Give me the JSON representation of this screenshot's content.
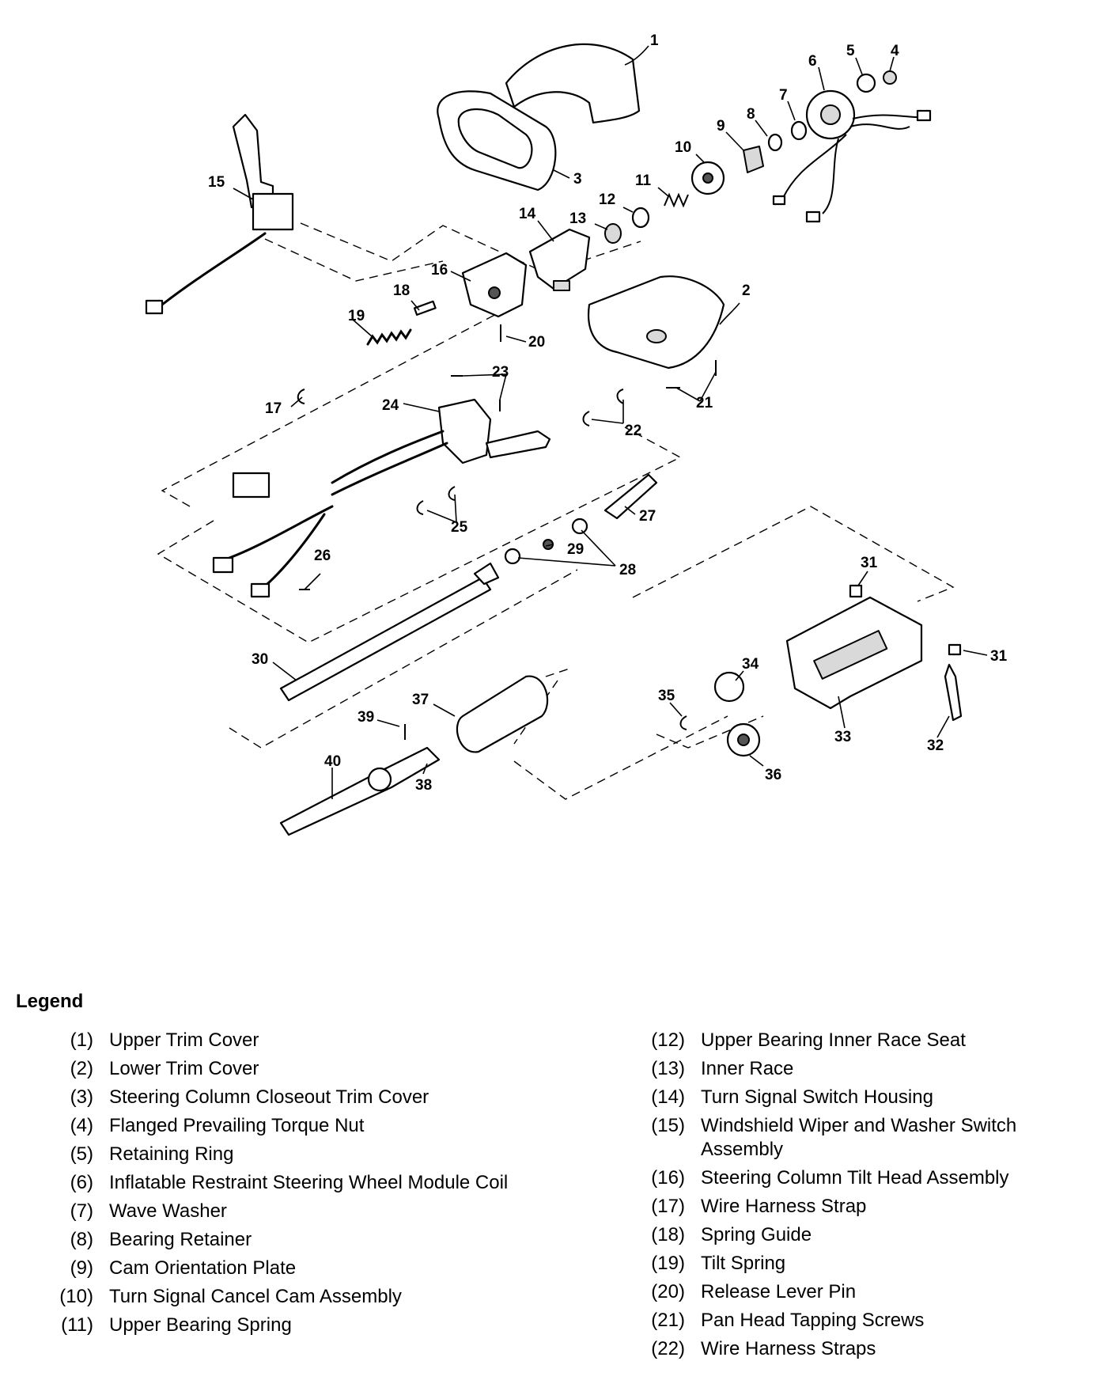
{
  "diagram": {
    "callouts": [
      {
        "id": "callout-1",
        "text": "1"
      },
      {
        "id": "callout-2",
        "text": "2"
      },
      {
        "id": "callout-3",
        "text": "3"
      },
      {
        "id": "callout-4",
        "text": "4"
      },
      {
        "id": "callout-5",
        "text": "5"
      },
      {
        "id": "callout-6",
        "text": "6"
      },
      {
        "id": "callout-7",
        "text": "7"
      },
      {
        "id": "callout-8",
        "text": "8"
      },
      {
        "id": "callout-9",
        "text": "9"
      },
      {
        "id": "callout-10",
        "text": "10"
      },
      {
        "id": "callout-11",
        "text": "11"
      },
      {
        "id": "callout-12",
        "text": "12"
      },
      {
        "id": "callout-13",
        "text": "13"
      },
      {
        "id": "callout-14",
        "text": "14"
      },
      {
        "id": "callout-15",
        "text": "15"
      },
      {
        "id": "callout-16",
        "text": "16"
      },
      {
        "id": "callout-17",
        "text": "17"
      },
      {
        "id": "callout-18",
        "text": "18"
      },
      {
        "id": "callout-19",
        "text": "19"
      },
      {
        "id": "callout-20",
        "text": "20"
      },
      {
        "id": "callout-21",
        "text": "21"
      },
      {
        "id": "callout-22",
        "text": "22"
      },
      {
        "id": "callout-23",
        "text": "23"
      },
      {
        "id": "callout-24",
        "text": "24"
      },
      {
        "id": "callout-25",
        "text": "25"
      },
      {
        "id": "callout-26",
        "text": "26"
      },
      {
        "id": "callout-27",
        "text": "27"
      },
      {
        "id": "callout-28",
        "text": "28"
      },
      {
        "id": "callout-29",
        "text": "29"
      },
      {
        "id": "callout-30",
        "text": "30"
      },
      {
        "id": "callout-31a",
        "text": "31"
      },
      {
        "id": "callout-31b",
        "text": "31"
      },
      {
        "id": "callout-32",
        "text": "32"
      },
      {
        "id": "callout-33",
        "text": "33"
      },
      {
        "id": "callout-34",
        "text": "34"
      },
      {
        "id": "callout-35",
        "text": "35"
      },
      {
        "id": "callout-36",
        "text": "36"
      },
      {
        "id": "callout-37",
        "text": "37"
      },
      {
        "id": "callout-38",
        "text": "38"
      },
      {
        "id": "callout-39",
        "text": "39"
      },
      {
        "id": "callout-40",
        "text": "40"
      }
    ]
  },
  "legend": {
    "title": "Legend",
    "left": [
      {
        "num": "1",
        "text": "Upper Trim Cover"
      },
      {
        "num": "2",
        "text": "Lower Trim Cover"
      },
      {
        "num": "3",
        "text": "Steering Column Closeout Trim Cover"
      },
      {
        "num": "4",
        "text": "Flanged Prevailing Torque Nut"
      },
      {
        "num": "5",
        "text": "Retaining Ring"
      },
      {
        "num": "6",
        "text": "Inflatable Restraint Steering Wheel Module Coil"
      },
      {
        "num": "7",
        "text": "Wave Washer"
      },
      {
        "num": "8",
        "text": "Bearing Retainer"
      },
      {
        "num": "9",
        "text": "Cam Orientation Plate"
      },
      {
        "num": "10",
        "text": "Turn Signal Cancel Cam Assembly"
      },
      {
        "num": "11",
        "text": "Upper Bearing Spring"
      }
    ],
    "right": [
      {
        "num": "12",
        "text": "Upper Bearing Inner Race Seat"
      },
      {
        "num": "13",
        "text": "Inner Race"
      },
      {
        "num": "14",
        "text": "Turn Signal Switch Housing"
      },
      {
        "num": "15",
        "text": "Windshield Wiper and Washer Switch Assembly"
      },
      {
        "num": "16",
        "text": "Steering Column Tilt Head Assembly"
      },
      {
        "num": "17",
        "text": "Wire Harness Strap"
      },
      {
        "num": "18",
        "text": "Spring Guide"
      },
      {
        "num": "19",
        "text": "Tilt Spring"
      },
      {
        "num": "20",
        "text": "Release Lever Pin"
      },
      {
        "num": "21",
        "text": "Pan Head Tapping Screws"
      },
      {
        "num": "22",
        "text": "Wire Harness Straps"
      }
    ]
  }
}
